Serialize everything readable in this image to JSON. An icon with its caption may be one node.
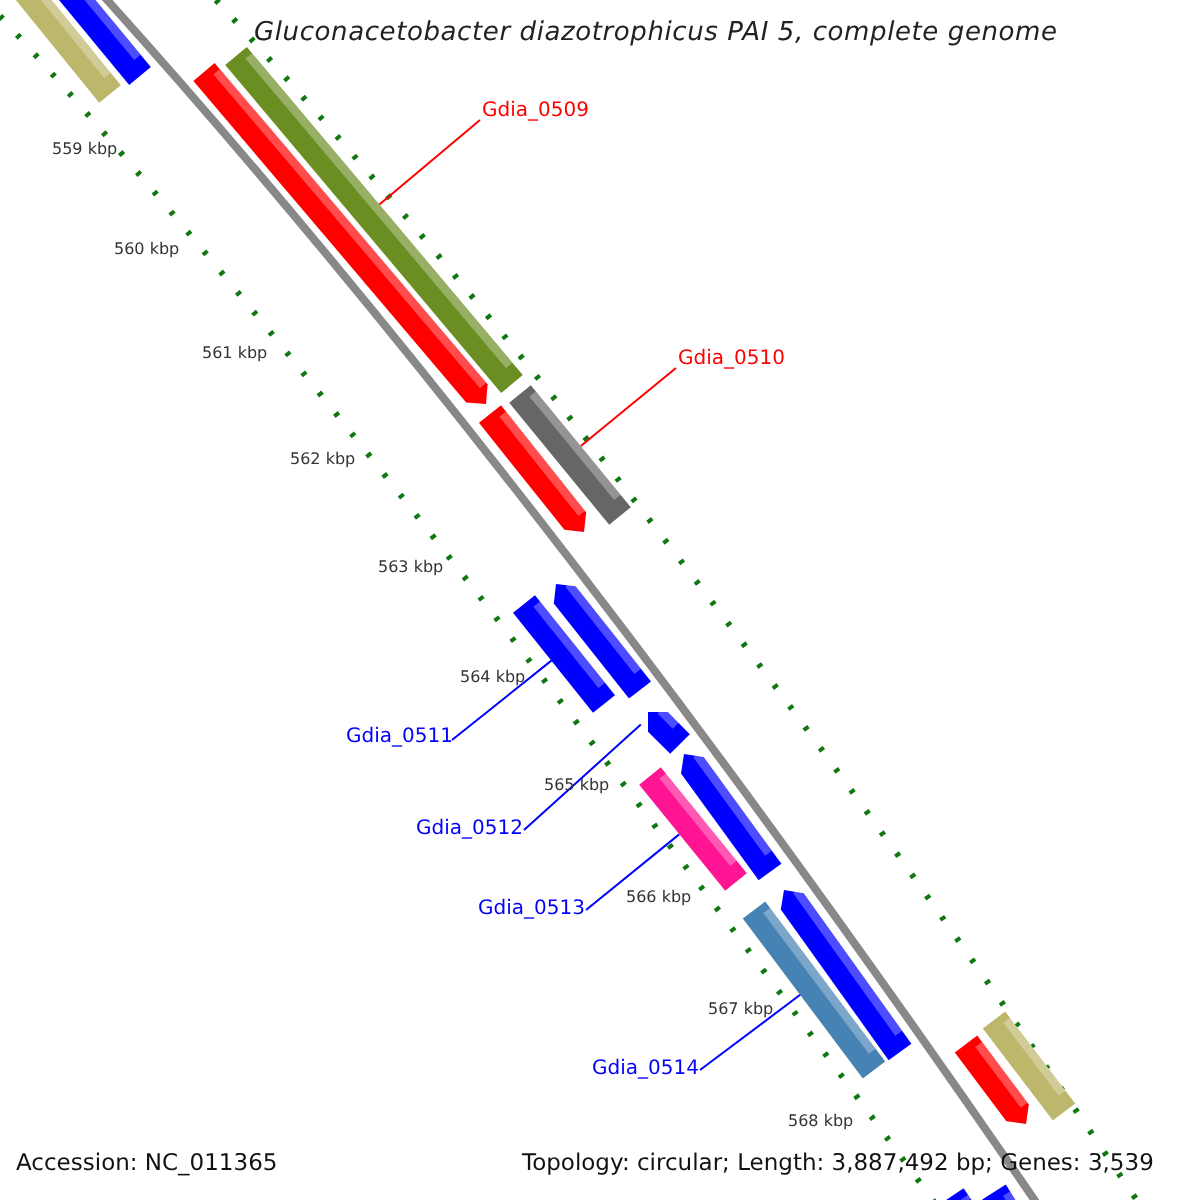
{
  "diagram": {
    "title": "Gluconacetobacter diazotrophicus PAI 5, complete genome",
    "nodes": [
      {
        "text": [
          "Gdia_0509"
        ]
      },
      {
        "text": [
          "Gdia_0510"
        ]
      },
      {
        "text": [
          "Gdia_0511"
        ]
      },
      {
        "text": [
          "Gdia_0512"
        ]
      },
      {
        "text": [
          "Gdia_0513"
        ]
      },
      {
        "text": [
          "Gdia_0514"
        ]
      },
      {
        "text": [],
        "shape": "bar"
      },
      {
        "text": [],
        "shape": "bar"
      },
      {
        "text": [],
        "shape": "bar"
      },
      {
        "text": [],
        "shape": "bar"
      },
      {
        "text": [],
        "shape": "bar"
      },
      {
        "text": [],
        "shape": "bar"
      },
      {
        "text": [],
        "shape": "bar"
      },
      {
        "text": [],
        "shape": "bar"
      },
      {
        "text": [],
        "shape": "bar"
      },
      {
        "text": [],
        "shape": "bar"
      },
      {
        "text": [],
        "shape": "bar"
      },
      {
        "text": [],
        "shape": "bar"
      },
      {
        "text": [],
        "shape": "bar"
      },
      {
        "text": [],
        "shape": "bar"
      },
      {
        "text": [],
        "shape": "bar"
      },
      {
        "text": [],
        "shape": "bar"
      },
      {
        "text": [],
        "shape": "bar"
      }
    ],
    "edges": [
      {
        "from": 0,
        "to": 8,
        "arrow": "none",
        "color": "#ff0000"
      },
      {
        "from": 1,
        "to": 10,
        "arrow": "none",
        "color": "#ff0000"
      },
      {
        "from": 2,
        "to": 13,
        "arrow": "none"
      },
      {
        "from": 3,
        "to": 14,
        "arrow": "none"
      },
      {
        "from": 4,
        "to": 16,
        "arrow": "none"
      },
      {
        "from": 5,
        "to": 18,
        "arrow": "none"
      }
    ],
    "labels": [
      "559 kbp",
      "560 kbp",
      "561 kbp",
      "562 kbp",
      "563 kbp",
      "564 kbp",
      "565 kbp",
      "566 kbp",
      "567 kbp",
      "568 kbp",
      "Accession: NC_011365",
      "Topology: circular; Length: 3,887,492 bp; Genes: 3,539"
    ]
  }
}
